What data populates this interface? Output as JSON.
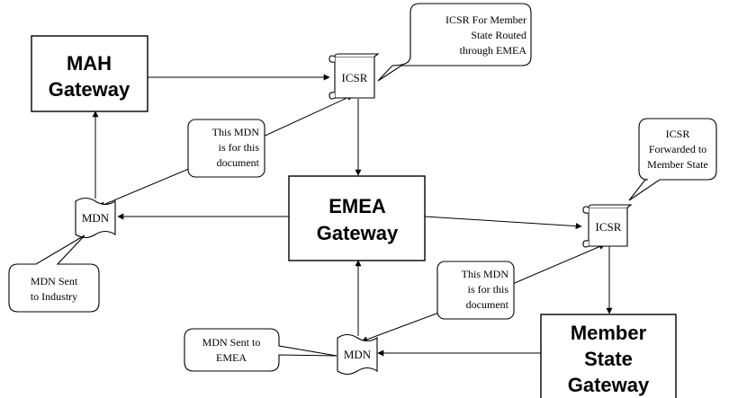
{
  "gateways": {
    "mah": [
      "MAH",
      "Gateway"
    ],
    "emea": [
      "EMEA",
      "Gateway"
    ],
    "member_state": [
      "Member",
      "State",
      "Gateway"
    ]
  },
  "documents": {
    "icsr_top": "ICSR",
    "icsr_right": "ICSR",
    "mdn_left": "MDN",
    "mdn_bottom": "MDN"
  },
  "callouts": {
    "icsr_routed": [
      "ICSR For Member",
      "State Routed",
      "through EMEA"
    ],
    "icsr_forwarded": [
      "ICSR",
      "Forwarded to",
      "Member State"
    ],
    "mdn_for_doc_top": [
      "This MDN",
      "is for this",
      "document"
    ],
    "mdn_for_doc_bottom": [
      "This MDN",
      "is for this",
      "document"
    ],
    "mdn_sent_industry": [
      "MDN Sent",
      "to Industry"
    ],
    "mdn_sent_emea": [
      "MDN Sent to",
      "EMEA"
    ]
  }
}
